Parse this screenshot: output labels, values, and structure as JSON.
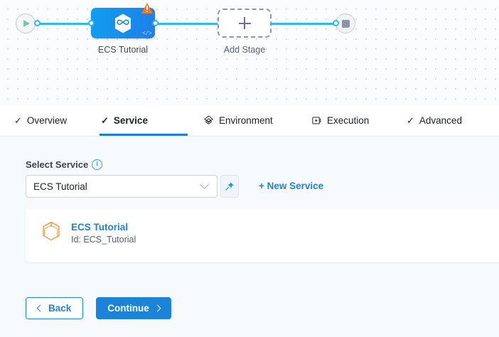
{
  "pipeline": {
    "start_node": {
      "icon": "play-icon",
      "label": ""
    },
    "stage_node": {
      "label": "ECS Tutorial",
      "icon": "harness-hexagon-logo",
      "status_icon": "warning-triangle-icon",
      "code_icon": "code-brackets-icon",
      "color": "#1283ee"
    },
    "add_node": {
      "label": "Add Stage",
      "icon": "plus-icon"
    },
    "end_node": {
      "icon": "stop-square-icon"
    },
    "connector_color": "#30b8f0"
  },
  "tabs": [
    {
      "label": "Overview",
      "icon": "check-icon",
      "active": false
    },
    {
      "label": "Service",
      "icon": "check-icon",
      "active": true
    },
    {
      "label": "Environment",
      "icon": "layers-icon",
      "active": false
    },
    {
      "label": "Execution",
      "icon": "play-box-icon",
      "active": false
    },
    {
      "label": "Advanced",
      "icon": "check-icon",
      "active": false
    }
  ],
  "form": {
    "select_service_label": "Select Service",
    "info_icon": "info-icon",
    "info_glyph": "i",
    "select": {
      "value": "ECS Tutorial",
      "placeholder": "Select Service",
      "chevron": "chevron-down-icon"
    },
    "pin_button": {
      "icon": "pin-icon"
    },
    "new_service_link": "+ New Service"
  },
  "service_card": {
    "icon": "cube-icon",
    "title": "ECS Tutorial",
    "subtitle": "Id: ECS_Tutorial"
  },
  "footer": {
    "back_label": "Back",
    "continue_label": "Continue"
  },
  "colors": {
    "accent_blue": "#1b84d8",
    "connector_blue": "#30b8f0",
    "warning_orange": "#f47722",
    "cube_orange": "#e8913c",
    "page_bg": "#f7fafc"
  }
}
